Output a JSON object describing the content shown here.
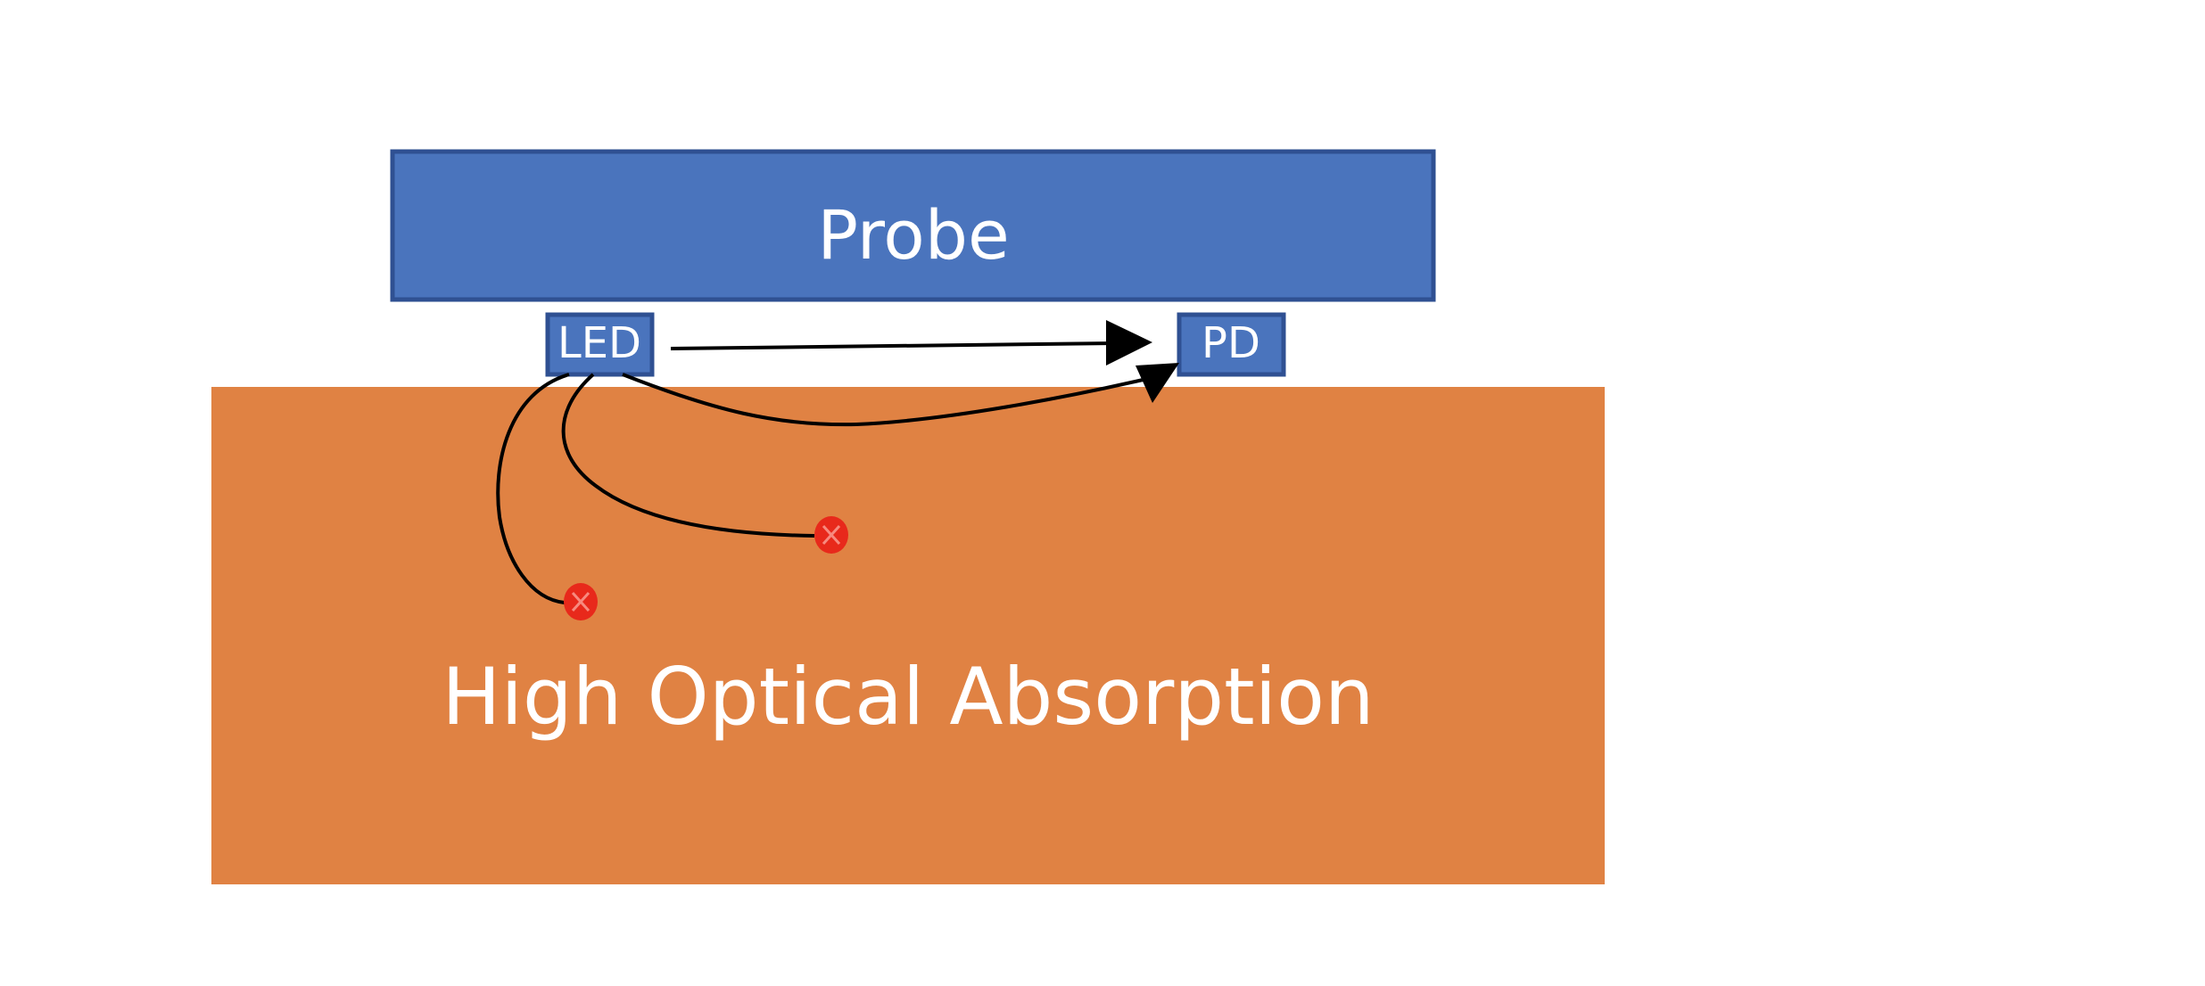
{
  "labels": {
    "probe": "Probe",
    "led": "LED",
    "pd": "PD",
    "tissue": "High Optical Absorption"
  },
  "colors": {
    "probe_fill": "#4a74bd",
    "probe_border": "#2f5092",
    "tissue_fill": "#e08243",
    "absorption_marker": "#e8291b",
    "path_stroke": "#000000",
    "text": "#ffffff"
  },
  "icons": {
    "absorption_marker": "absorbed-photon-icon",
    "path_arrowhead": "arrowhead-icon"
  }
}
